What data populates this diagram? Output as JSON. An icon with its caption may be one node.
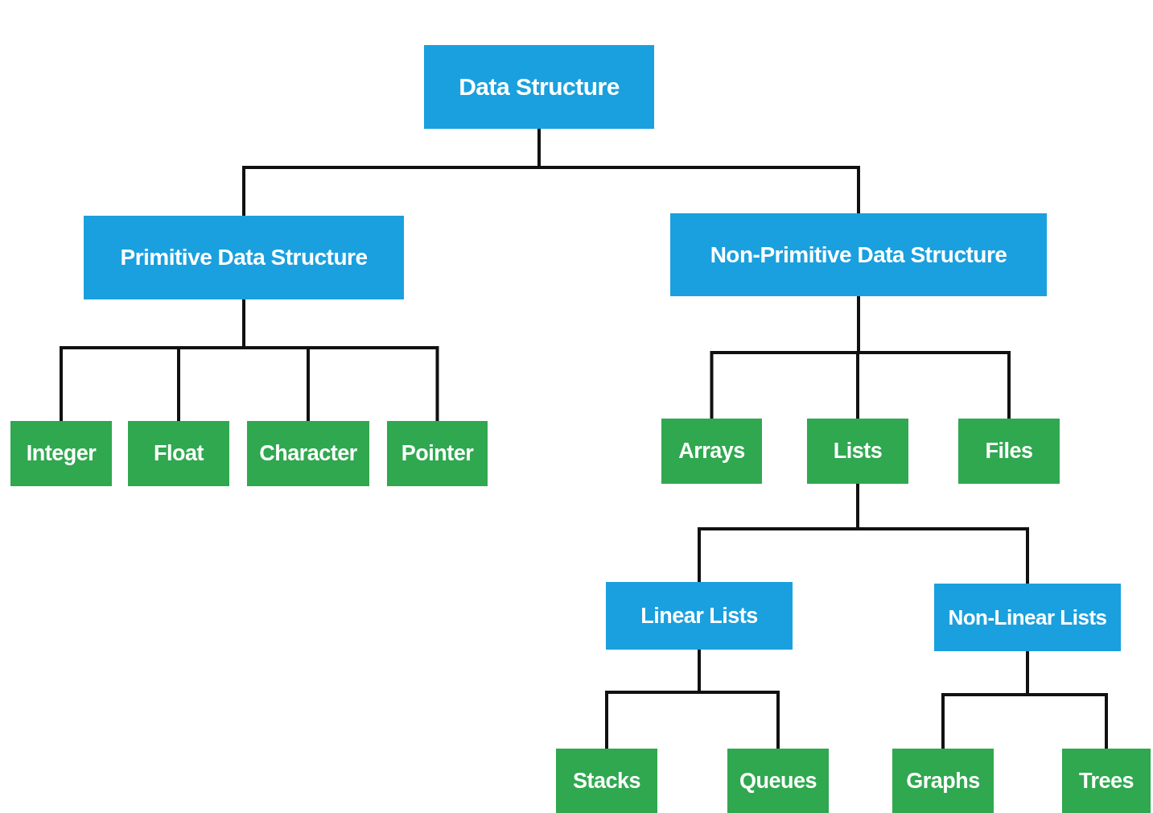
{
  "diagram": {
    "nodes": [
      {
        "text": [
          "Data Structure"
        ]
      },
      {
        "text": [
          "Primitive Data Structure"
        ]
      },
      {
        "text": [
          "Non-Primitive Data Structure"
        ]
      },
      {
        "text": [
          "Integer"
        ]
      },
      {
        "text": [
          "Float"
        ]
      },
      {
        "text": [
          "Character"
        ]
      },
      {
        "text": [
          "Pointer"
        ]
      },
      {
        "text": [
          "Arrays"
        ]
      },
      {
        "text": [
          "Lists"
        ]
      },
      {
        "text": [
          "Files"
        ]
      },
      {
        "text": [
          "Linear Lists"
        ]
      },
      {
        "text": [
          "Non-Linear Lists"
        ]
      },
      {
        "text": [
          "Stacks"
        ]
      },
      {
        "text": [
          "Queues"
        ]
      },
      {
        "text": [
          "Graphs"
        ]
      },
      {
        "text": [
          "Trees"
        ]
      }
    ],
    "edges": [
      {
        "from": 0,
        "to": 1,
        "arrow": "none"
      },
      {
        "from": 0,
        "to": 2,
        "arrow": "none"
      },
      {
        "from": 1,
        "to": 3,
        "arrow": "none"
      },
      {
        "from": 1,
        "to": 4,
        "arrow": "none"
      },
      {
        "from": 1,
        "to": 5,
        "arrow": "none"
      },
      {
        "from": 1,
        "to": 6,
        "arrow": "none"
      },
      {
        "from": 2,
        "to": 7,
        "arrow": "none"
      },
      {
        "from": 2,
        "to": 8,
        "arrow": "none"
      },
      {
        "from": 2,
        "to": 9,
        "arrow": "none"
      },
      {
        "from": 8,
        "to": 10,
        "arrow": "none"
      },
      {
        "from": 8,
        "to": 11,
        "arrow": "none"
      },
      {
        "from": 10,
        "to": 12,
        "arrow": "none"
      },
      {
        "from": 10,
        "to": 13,
        "arrow": "none"
      },
      {
        "from": 11,
        "to": 14,
        "arrow": "none"
      },
      {
        "from": 11,
        "to": 15,
        "arrow": "none"
      }
    ]
  }
}
